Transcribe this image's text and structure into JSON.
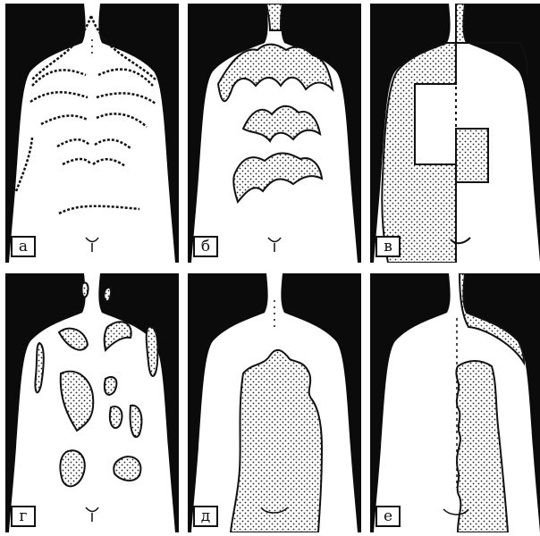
{
  "panels": [
    {
      "label": "а"
    },
    {
      "label": "б"
    },
    {
      "label": "в"
    },
    {
      "label": "г"
    },
    {
      "label": "д"
    },
    {
      "label": "е"
    }
  ],
  "colors": {
    "background": "#0b0b0b",
    "body": "#ffffff",
    "lesion_outline": "#111111",
    "lesion_dots": "#222222"
  }
}
